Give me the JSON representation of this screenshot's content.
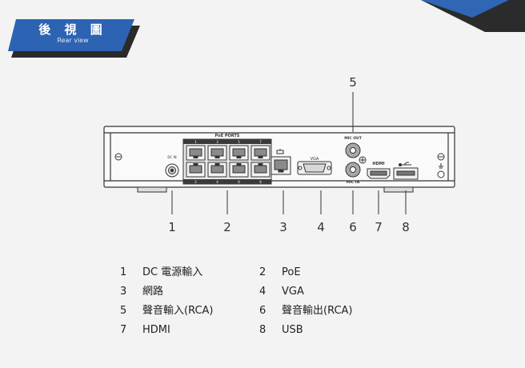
{
  "header": {
    "title": "後 視 圖",
    "subtitle": "Rear view"
  },
  "device": {
    "poe_label": "PoE PORTS",
    "dc_label": "DC IN",
    "vga_label": "VGA",
    "mic_out_label": "MIC OUT",
    "mic_in_label": "MIC IN",
    "hdmi_label": "HDMI",
    "port_numbers": [
      "1",
      "3",
      "5",
      "7",
      "2",
      "4",
      "6",
      "8"
    ]
  },
  "callouts": [
    "1",
    "2",
    "3",
    "4",
    "5",
    "6",
    "7",
    "8"
  ],
  "legend": [
    {
      "num": "1",
      "text": "DC 電源輸入"
    },
    {
      "num": "2",
      "text": "PoE"
    },
    {
      "num": "3",
      "text": "網路"
    },
    {
      "num": "4",
      "text": "VGA"
    },
    {
      "num": "5",
      "text": "聲音輸入(RCA)"
    },
    {
      "num": "6",
      "text": "聲音輸出(RCA)"
    },
    {
      "num": "7",
      "text": "HDMI"
    },
    {
      "num": "8",
      "text": "USB"
    }
  ],
  "colors": {
    "badge": "#2c63b2",
    "band": "#1f4f96",
    "dark": "#2a2a2a"
  }
}
